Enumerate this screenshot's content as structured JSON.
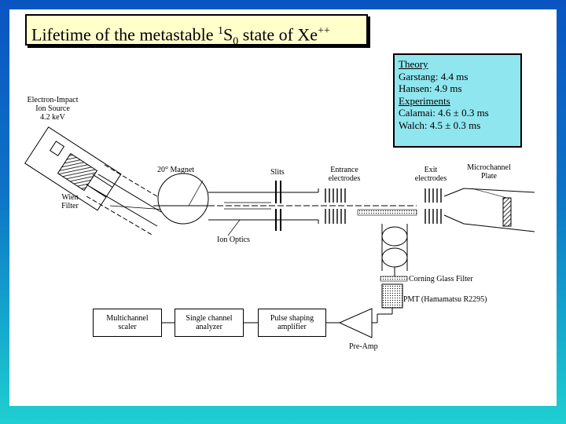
{
  "title": {
    "prefix": "Lifetime of  the metastable ",
    "sup1": "1",
    "s": "S",
    "sub0": "0",
    "suffix": " state of Xe",
    "sup2": "++"
  },
  "info": {
    "theory_heading": "Theory",
    "garstang": "Garstang: 4.4 ms",
    "hansen": "Hansen: 4.9 ms",
    "experiments_heading": "Experiments",
    "calamai": "Calamai: 4.6 ± 0.3 ms",
    "walch": "Walch: 4.5 ± 0.3 ms"
  },
  "labels": {
    "ion_source": [
      "Electron-Impact",
      "Ion Source",
      "4.2 keV"
    ],
    "wien_filter": [
      "Wien",
      "Filter"
    ],
    "magnet": "20° Magnet",
    "slits": "Slits",
    "entrance_electrodes": [
      "Entrance",
      "electrodes"
    ],
    "exit_electrodes": [
      "Exit",
      "electrodes"
    ],
    "microchannel_plate": [
      "Microchannel",
      "Plate"
    ],
    "ion_optics": "Ion Optics",
    "corning_filter": "Corning Glass Filter",
    "pmt": "PMT (Hamamatsu R2295)",
    "preamp": "Pre-Amp",
    "multichannel_scaler": [
      "Multichannel",
      "scaler"
    ],
    "single_channel_analyzer": [
      "Single channel",
      "analyzer"
    ],
    "pulse_shaping_amplifier": [
      "Pulse shaping",
      "amplifier"
    ]
  },
  "colors": {
    "title_bg": "#ffffcc",
    "info_bg": "#8fe6ef",
    "slide_bg": "#ffffff"
  }
}
